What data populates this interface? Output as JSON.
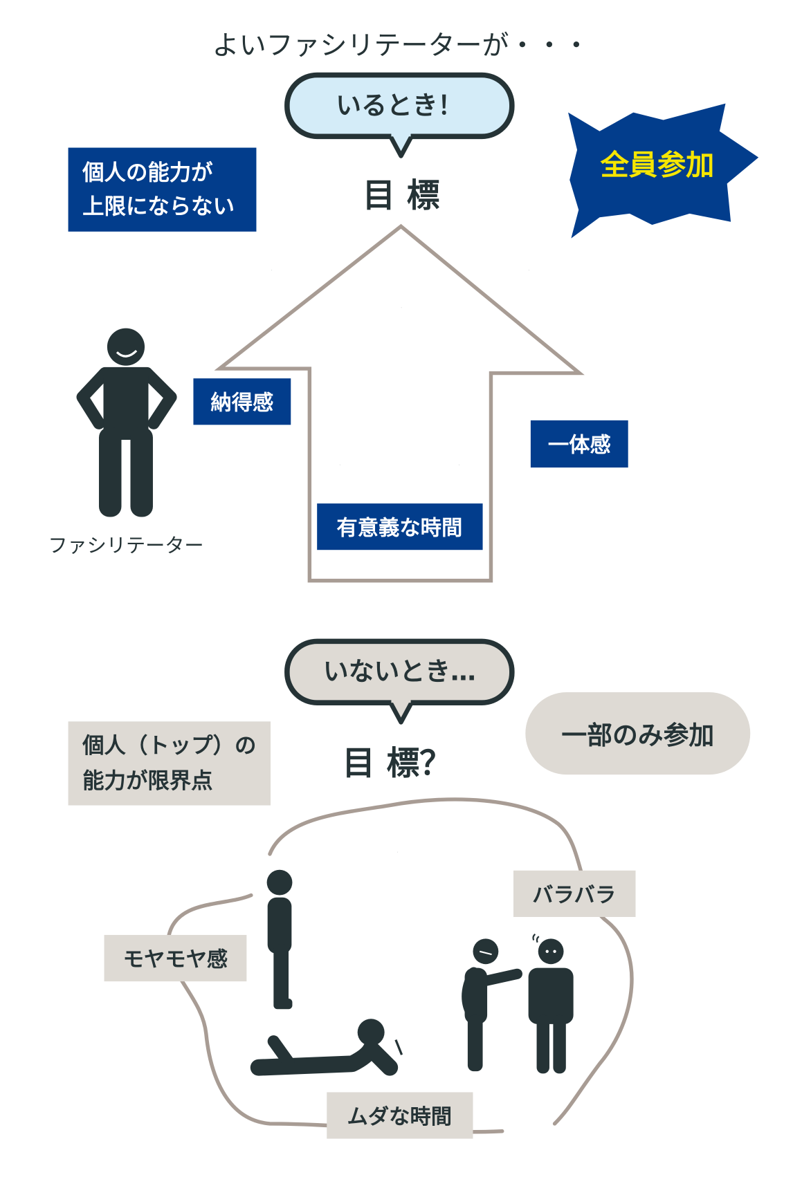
{
  "title": "よいファシリテーターが・・・",
  "good": {
    "bubble": "いるとき！",
    "goal": "目 標",
    "box_ability": [
      "個人の能力が",
      "上限にならない"
    ],
    "burst": "全員参加",
    "label_nattoku": "納得感",
    "label_ittai": "一体感",
    "label_time": "有意義な時間",
    "facilitator": "ファシリテーター"
  },
  "bad": {
    "bubble": "いないとき…",
    "goal": "目 標？",
    "box_ability": [
      "個人（トップ）の",
      "能力が限界点"
    ],
    "pill": "一部のみ参加",
    "label_barabara": "バラバラ",
    "label_moyamoya": "モヤモヤ感",
    "label_time": "ムダな時間"
  },
  "colors": {
    "navy": "#023d8c",
    "dark": "#253336",
    "gray": "#dedad4",
    "outline": "#a89c94",
    "light_blue": "#d4ecf8",
    "yellow": "#f6e600"
  }
}
